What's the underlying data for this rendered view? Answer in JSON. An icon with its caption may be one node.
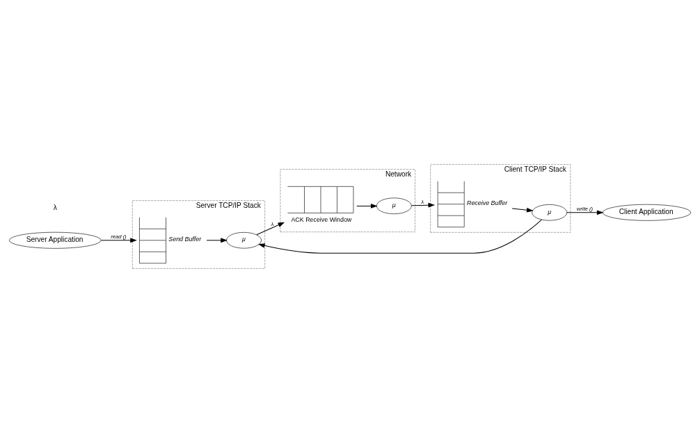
{
  "diagram": {
    "nodes": [
      {
        "text": [
          "Server Application"
        ]
      },
      {
        "text": [
          "Server TCP/IP Stack"
        ]
      },
      {
        "text": [
          "Send Buffer"
        ],
        "in": 1
      },
      {
        "text": [
          "μ"
        ],
        "in": 1
      },
      {
        "text": [
          "Network"
        ]
      },
      {
        "text": [
          "ACK Receive Window"
        ],
        "in": 4
      },
      {
        "text": [
          "μ"
        ],
        "in": 4
      },
      {
        "text": [
          "Client TCP/IP Stack"
        ]
      },
      {
        "text": [
          "Receive Buffer"
        ],
        "in": 7
      },
      {
        "text": [
          "μ"
        ],
        "in": 7
      },
      {
        "text": [
          "Client Application"
        ]
      }
    ],
    "edges": [
      {
        "from": 0,
        "to": 2,
        "arrow": "to",
        "label": "read ()"
      },
      {
        "from": 2,
        "to": 3,
        "arrow": "to"
      },
      {
        "from": 3,
        "to": 5,
        "arrow": "to",
        "label": "λ"
      },
      {
        "from": 5,
        "to": 6,
        "arrow": "to"
      },
      {
        "from": 6,
        "to": 8,
        "arrow": "to",
        "label": "λ"
      },
      {
        "from": 8,
        "to": 9,
        "arrow": "to"
      },
      {
        "from": 9,
        "to": 10,
        "arrow": "to",
        "label": "write ()"
      },
      {
        "from": 9,
        "to": 3,
        "arrow": "to"
      }
    ],
    "labels": [
      "λ"
    ]
  }
}
